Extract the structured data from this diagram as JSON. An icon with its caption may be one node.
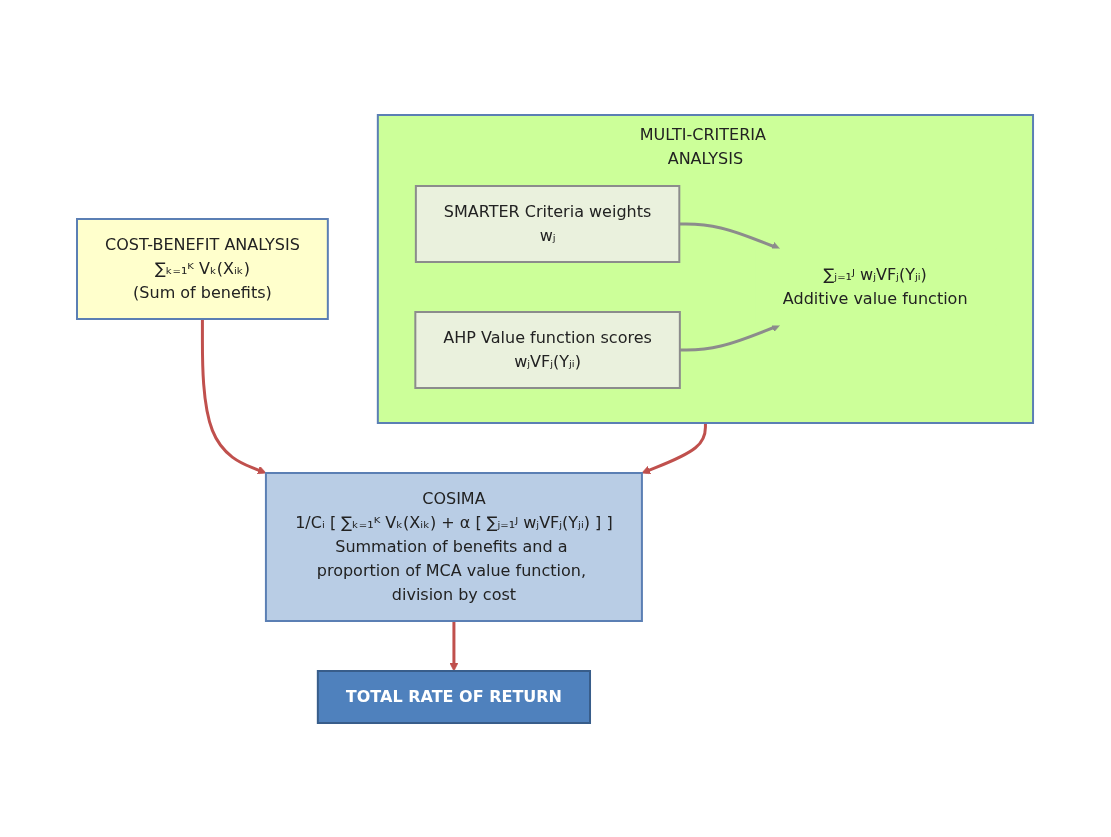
{
  "diagram": {
    "nodes": [
      {
        "text": [
          "COST-BENEFIT ANALYSIS",
          "∑ₖ₌₁ᴷ Vₖ(Xᵢₖ)",
          "(Sum of benefits)"
        ]
      },
      {
        "text": [
          "MULTI-CRITERIA ANALYSIS"
        ]
      },
      {
        "text": [
          "SMARTER Criteria weights",
          "wⱼ"
        ],
        "in": 1
      },
      {
        "text": [
          "∑ⱼ₌₁ᴶ wⱼVFⱼ(Yⱼᵢ)",
          "Additive value function"
        ],
        "in": 1
      },
      {
        "text": [
          "AHP Value function scores",
          "wⱼVFⱼ(Yⱼᵢ)"
        ],
        "in": 1
      },
      {
        "text": [
          "COSIMA",
          "1/Cᵢ [ ∑ₖ₌₁ᴷ Vₖ(Xᵢₖ) + α [ ∑ⱼ₌₁ᴶ wⱼVFⱼ(Yⱼᵢ) ] ]",
          "Summation of benefits and a proportion of MCA value function, division by cost"
        ]
      },
      {
        "text": [
          "TOTAL RATE OF RETURN"
        ]
      }
    ],
    "edges": [
      {
        "from": 2,
        "to": 3,
        "arrow": "to",
        "color": "#8c8c8c"
      },
      {
        "from": 4,
        "to": 3,
        "arrow": "to",
        "color": "#8c8c8c"
      },
      {
        "from": 0,
        "to": 5,
        "arrow": "to"
      },
      {
        "from": 1,
        "to": 5,
        "arrow": "to"
      },
      {
        "from": 5,
        "to": 6,
        "arrow": "to"
      }
    ]
  }
}
